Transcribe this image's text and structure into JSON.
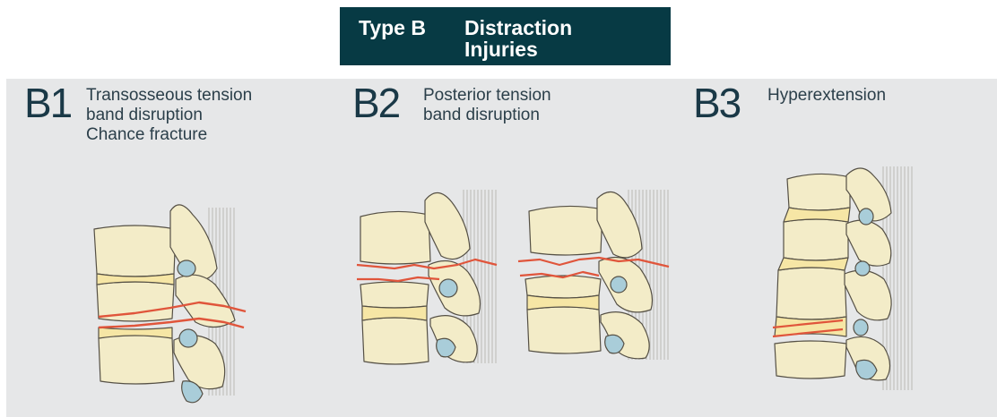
{
  "header": {
    "type_label": "Type B",
    "name": "Distraction\nInjuries"
  },
  "types": [
    {
      "code": "B1",
      "description": "Transosseous tension\nband disruption\nChance fracture"
    },
    {
      "code": "B2",
      "description": "Posterior tension\nband disruption"
    },
    {
      "code": "B3",
      "description": "Hyperextension"
    }
  ],
  "colors": {
    "header_bg": "#073a44",
    "panel_bg": "#e6e7e8",
    "bone": "#f3ecc8",
    "disc": "#f6e6a5",
    "ligament": "#a9cdd9",
    "fracture": "#e0553b",
    "outline": "#555045"
  }
}
